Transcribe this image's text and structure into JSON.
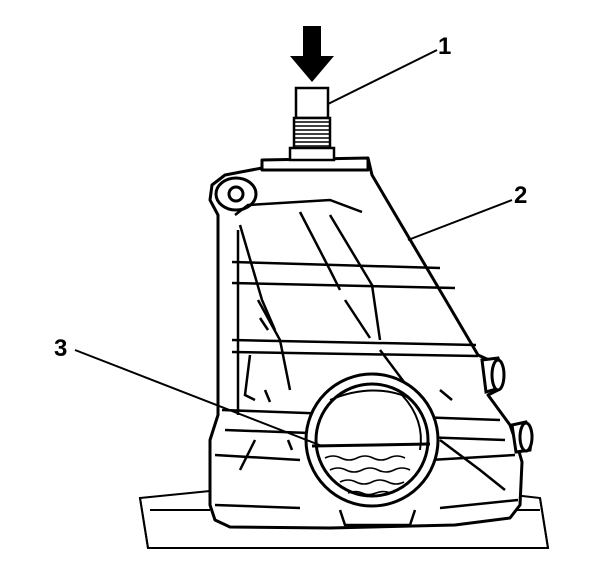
{
  "callouts": [
    {
      "number": "1"
    },
    {
      "number": "2"
    },
    {
      "number": "3"
    }
  ],
  "colors": {
    "line": "#000000",
    "background": "#ffffff"
  },
  "icons": {
    "press_direction": "down-arrow-icon"
  }
}
